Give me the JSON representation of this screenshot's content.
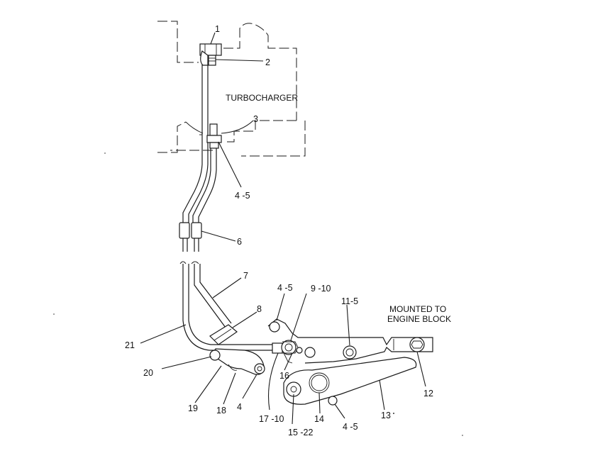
{
  "diagram": {
    "labels": {
      "turbocharger": "TURBOCHARGER",
      "mounted_line1": "MOUNTED TO",
      "mounted_line2": "ENGINE BLOCK"
    },
    "callouts": {
      "c1": "1",
      "c2": "2",
      "c3": "3",
      "c4_5_top": "4 -5",
      "c6": "6",
      "c7": "7",
      "c8": "8",
      "c4_5_mid": "4 -5",
      "c9_10": "9 -10",
      "c11_5": "11-5",
      "c21": "21",
      "c20": "20",
      "c16": "16",
      "c12": "12",
      "c19": "19",
      "c18": "18",
      "c4": "4",
      "c17_10": "17 -10",
      "c15_22": "15 -22",
      "c14": "14",
      "c4_5_bottom": "4 -5",
      "c13": "13"
    }
  }
}
